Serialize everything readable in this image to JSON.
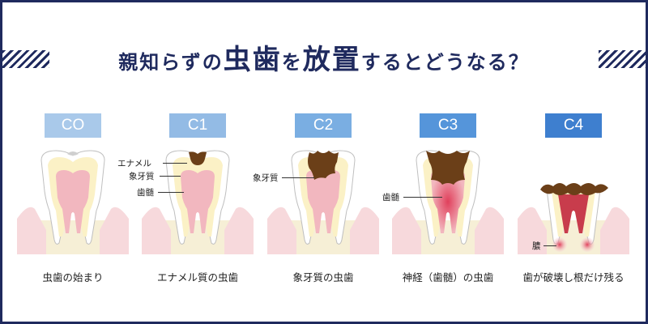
{
  "title": {
    "part1": "親知らずの",
    "part2": "虫歯",
    "part3": "を",
    "part4": "放置",
    "part5": "するとどうなる？"
  },
  "colors": {
    "navy": "#1f2a5e",
    "badge": [
      "#a9c9ea",
      "#93bbe5",
      "#7aaee2",
      "#5595da",
      "#3e7fcf"
    ],
    "gum": "#f7d9dc",
    "bone": "#f6efd6",
    "enamel": "#ffffff",
    "dentin": "#fbf1c6",
    "pulp": "#f2b7bf",
    "decay": "#6b3f18"
  },
  "stages": [
    {
      "code": "CO",
      "caption": "虫歯の始まり"
    },
    {
      "code": "C1",
      "caption": "エナメル質の虫歯"
    },
    {
      "code": "C2",
      "caption": "象牙質の虫歯"
    },
    {
      "code": "C3",
      "caption": "神経（歯髄）の虫歯"
    },
    {
      "code": "C4",
      "caption": "歯が破壊し根だけ残る"
    }
  ],
  "labels": {
    "enamel": "エナメル",
    "dentin": "象牙質",
    "pulp": "歯髄",
    "dentin2": "象牙質",
    "pulp3": "歯髄",
    "pus": "膿"
  }
}
